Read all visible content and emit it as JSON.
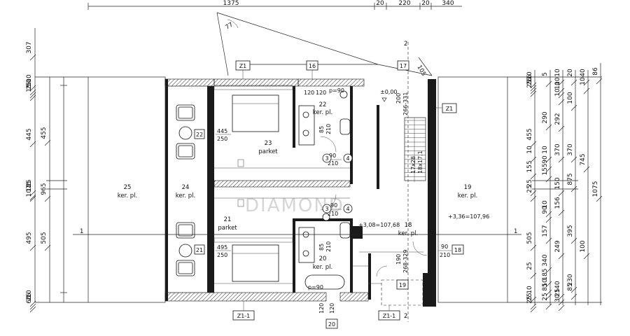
{
  "top_dims": {
    "d1375": "1375",
    "d20a": "20",
    "d220": "220",
    "d20b": "20",
    "d340": "340"
  },
  "left_dims": {
    "c1": [
      "307",
      "50",
      "15",
      "10",
      "25",
      "445",
      "25",
      "15",
      "495",
      "60",
      "10",
      "25"
    ],
    "c2": [
      "455",
      "965",
      "505"
    ],
    "c3": [
      "1075"
    ]
  },
  "right_dims": {
    "c1": [
      "25",
      "10",
      "15",
      "25",
      "455",
      "25",
      "10",
      "155",
      "25",
      "505",
      "25",
      "10",
      "25",
      "25"
    ],
    "c2": [
      "5",
      "290",
      "10",
      "90",
      "155",
      "10",
      "90",
      "157",
      "340",
      "185",
      "10",
      "85",
      "25"
    ],
    "c3": [
      "10",
      "10",
      "292",
      "10",
      "370",
      "150",
      "156",
      "10",
      "249",
      "140",
      "25",
      "30"
    ],
    "c4": [
      "20",
      "100",
      "370",
      "875",
      "395",
      "85",
      "230"
    ],
    "c5": [
      "40",
      "10",
      "745",
      "100"
    ],
    "c6": [
      "86",
      "1075"
    ]
  },
  "rooms": {
    "r19": {
      "num": "19",
      "name": "ker. pl."
    },
    "r20": {
      "num": "20",
      "name": "ker. pl."
    },
    "r21": {
      "num": "21",
      "name": "parket"
    },
    "r22": {
      "num": "22",
      "name": "ker. pl."
    },
    "r23": {
      "num": "23",
      "name": "parket"
    },
    "r24": {
      "num": "24",
      "name": "ker. pl."
    },
    "r25": {
      "num": "25",
      "name": "ker. pl."
    },
    "r18": {
      "num": "18",
      "name": "ker. pl."
    }
  },
  "window_tags": {
    "z1_top": "Z1",
    "z1_right": "Z1",
    "z1_1_left": "Z1-1",
    "z1_1_right": "Z1-1",
    "t16": "16",
    "t17": "17",
    "t18": "18",
    "t19": "19",
    "t20": "20",
    "t21": "21",
    "t22": "22"
  },
  "openings": {
    "o22": [
      "445",
      "250"
    ],
    "o21": [
      "495",
      "250"
    ],
    "d3a": [
      "90",
      "210"
    ],
    "d3b": [
      "90",
      "210"
    ],
    "d18": [
      "90",
      "210"
    ],
    "t16": [
      "120",
      "120"
    ],
    "t20": [
      "120",
      "120"
    ],
    "h1": [
      "85",
      "210"
    ],
    "h2": [
      "85",
      "210"
    ]
  },
  "door_circles": {
    "c3a": "3",
    "c4a": "4",
    "c3b": "3",
    "c4b": "4"
  },
  "levels": {
    "l000": "±0,00",
    "l336": "+3,36=107,96",
    "l308": "+3,08=107,68",
    "p90a": "p=90",
    "p90b": "p=90"
  },
  "stair": {
    "s1": "200",
    "s2": "266-331",
    "s3": "17x28",
    "s4": "18x17,1",
    "s5": "190",
    "s6": "268-329"
  },
  "section": {
    "s1a": "1",
    "s1b": "1",
    "s2a": "2",
    "s2b": "2"
  },
  "angles": {
    "a77": "77",
    "a105": "105"
  },
  "watermark": "DIAMOND"
}
